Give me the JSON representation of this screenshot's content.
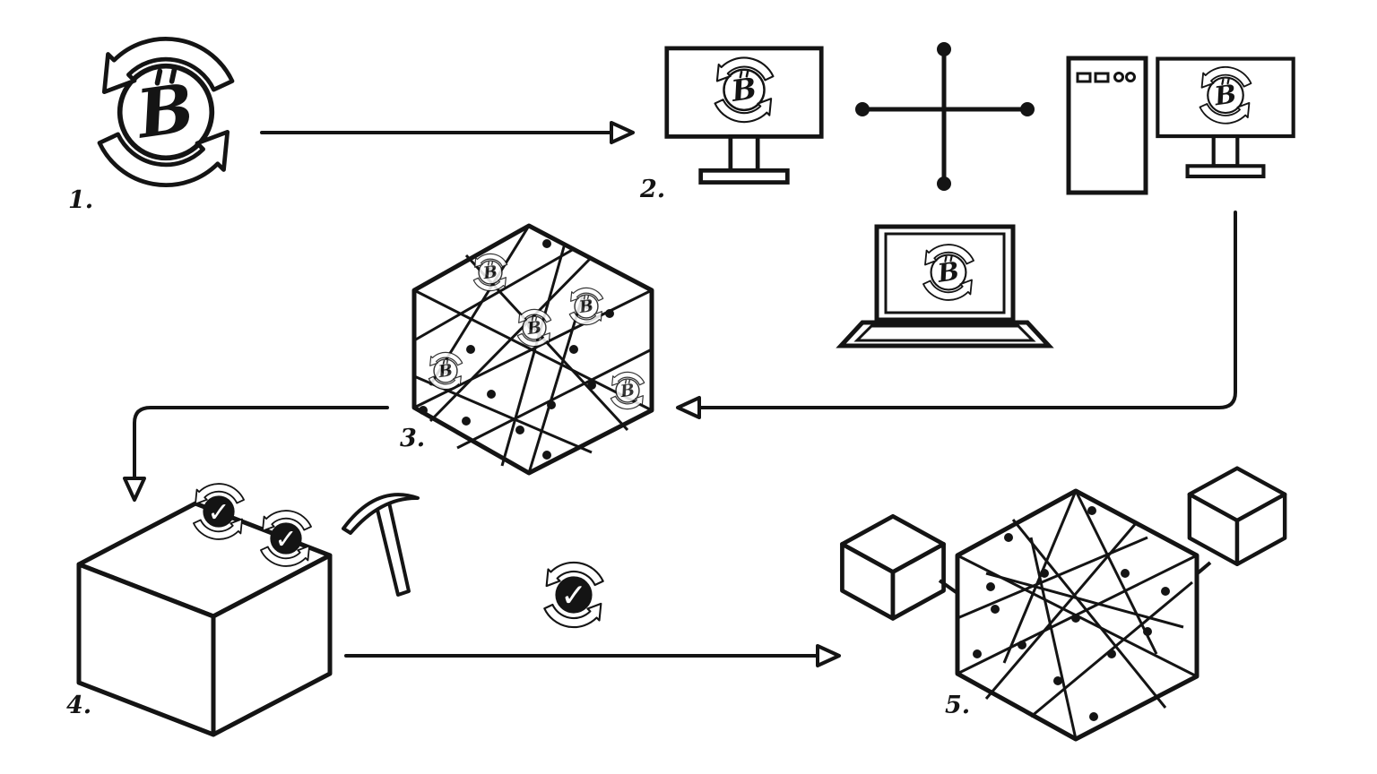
{
  "page": {
    "background": "#ffffff",
    "ink": "#141414",
    "description": "Hand-drawn bitcoin transaction flow diagram in five numbered steps"
  },
  "steps": [
    {
      "label": "1.",
      "name": "bitcoin-transaction"
    },
    {
      "label": "2.",
      "name": "broadcast-to-network"
    },
    {
      "label": "3.",
      "name": "node-network-validation"
    },
    {
      "label": "4.",
      "name": "mining-new-block"
    },
    {
      "label": "5.",
      "name": "block-added-to-chain"
    }
  ],
  "icons": {
    "btc_symbol": "B",
    "check_symbol": "✓"
  }
}
